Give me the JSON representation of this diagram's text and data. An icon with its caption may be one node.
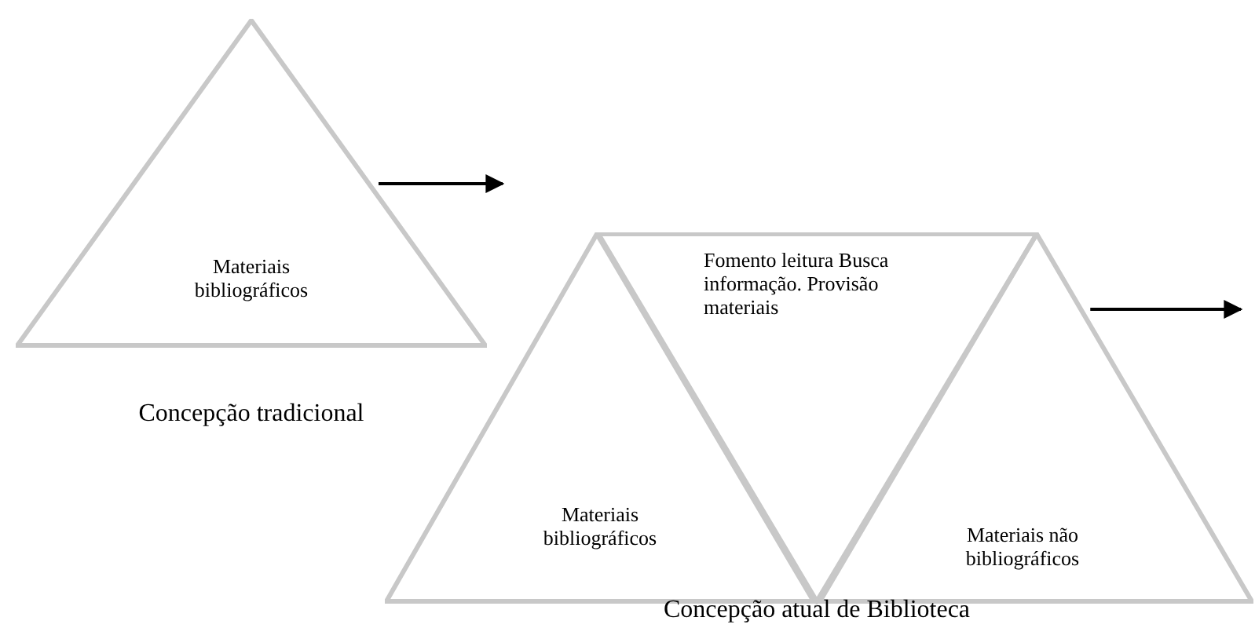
{
  "diagram": {
    "nodes": [
      {
        "text": [
          "Materiais bibliográficos"
        ]
      },
      {
        "text": [
          "Materiais bibliográficos"
        ]
      },
      {
        "text": [
          "Fomento leitura Busca informação. Provisão materiais"
        ]
      },
      {
        "text": [
          "Materiais não bibliográficos"
        ]
      }
    ],
    "edges": [
      {
        "from": 0,
        "to": null,
        "arrow": "to"
      },
      {
        "from": 3,
        "to": null,
        "arrow": "to"
      }
    ],
    "labels": [
      "Concepção tradicional",
      "Concepção atual de Biblioteca"
    ]
  }
}
